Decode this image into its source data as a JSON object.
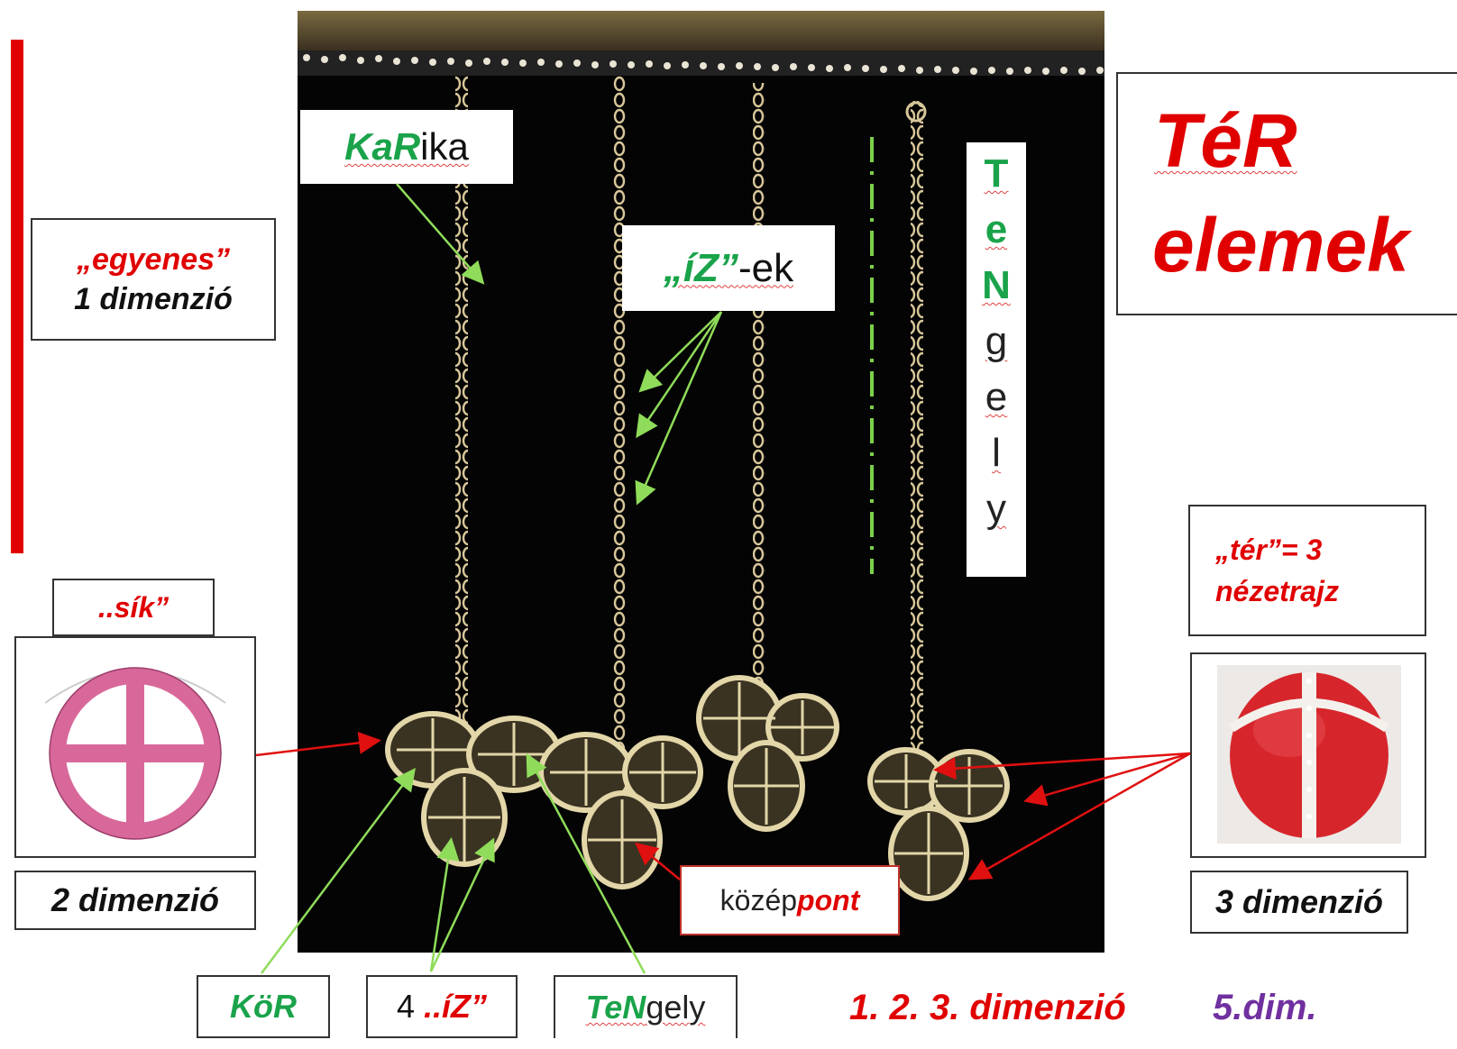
{
  "labels": {
    "karika_a": "KaR",
    "karika_b": "ika",
    "iz_ek_a": "„íZ”",
    "iz_ek_b": "-ek",
    "egyenes": "„egyenes”",
    "dim1": "1 dimenzió",
    "sik": "..sík”",
    "dim2": "2 dimenzió",
    "ter_nezetrajz_1": "„tér”= 3",
    "ter_nezetrajz_2": "nézetrajz",
    "dim3": "3 dimenzió",
    "title_1": "TéR",
    "title_2": "elemek",
    "kozeppont_a": "közép",
    "kozeppont_b": "pont",
    "kor": "KöR",
    "negy_iz_a": "4 ",
    "negy_iz_b": "..íZ”",
    "tengely_a": "TeN",
    "tengely_b": "gely",
    "bottom_dims": "1.  2.  3. dimenzió",
    "bottom_dim5": "5.dim."
  },
  "vertical_tengely": [
    "T",
    "e",
    "N",
    "g",
    "e",
    "l",
    "y"
  ],
  "colors": {
    "red": "#e00000",
    "green": "#1aa34a",
    "purple": "#7030a0",
    "arrow_green": "#8fdc5a",
    "arrow_red": "#e01010"
  },
  "icons": {
    "sik_image": "pink-circle-cross-icon",
    "ter_image": "red-ball-icon"
  }
}
